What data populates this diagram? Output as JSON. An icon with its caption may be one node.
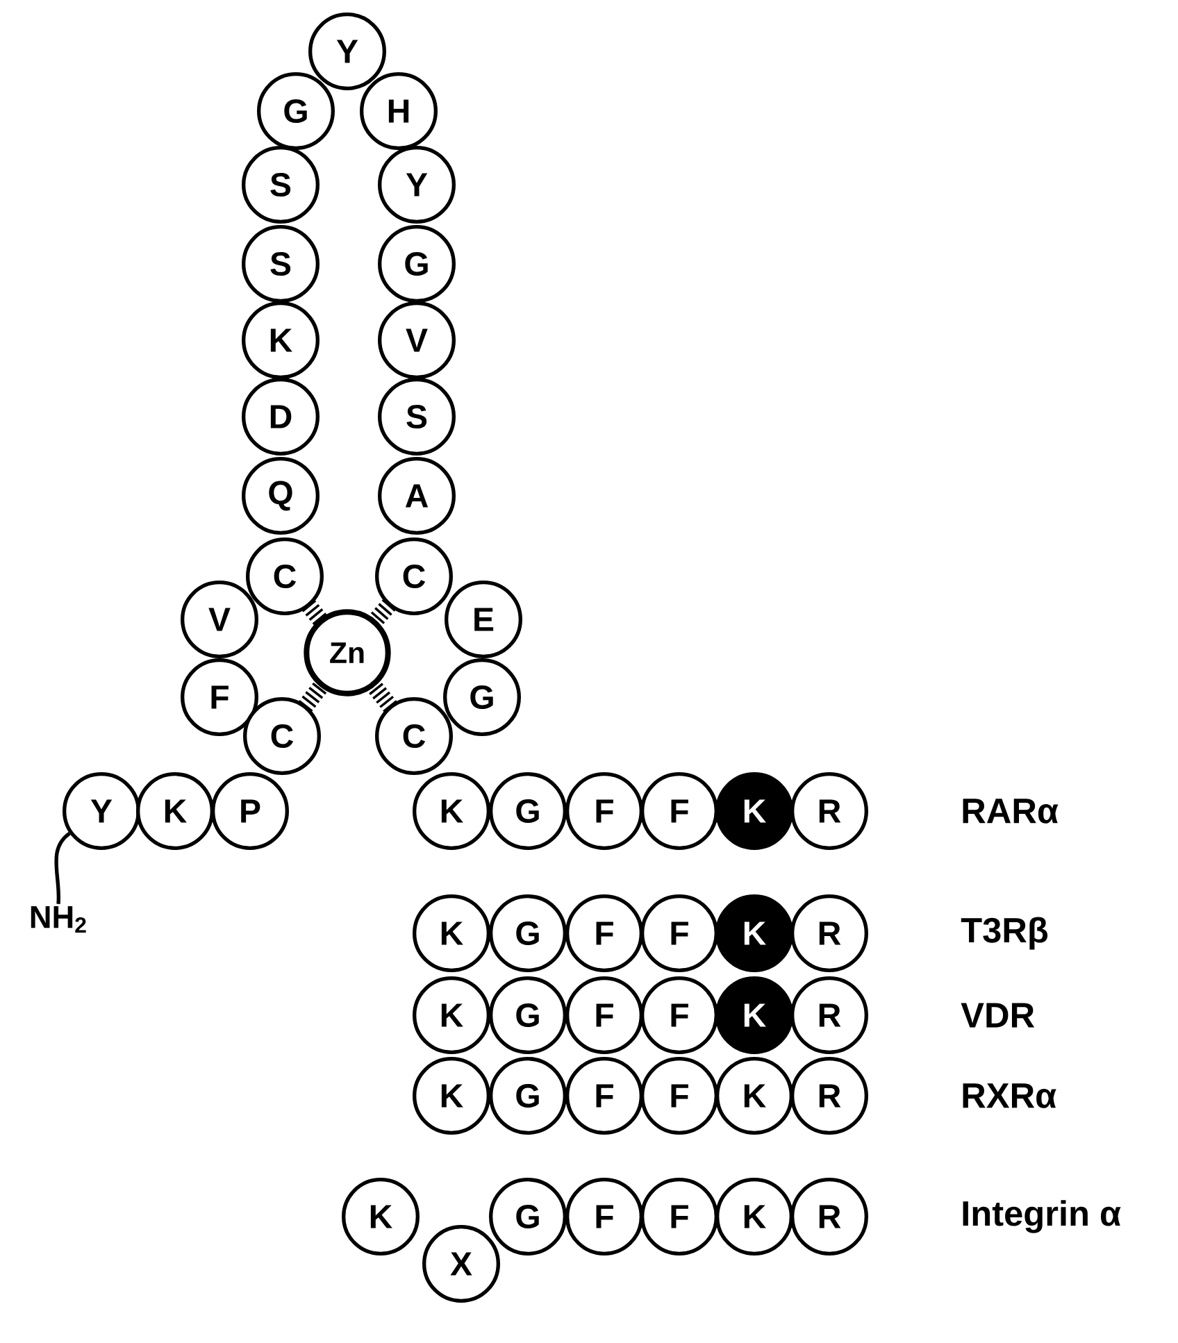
{
  "diagram": {
    "nodes": [
      {
        "text": [
          "Y"
        ]
      },
      {
        "text": [
          "G"
        ]
      },
      {
        "text": [
          "H"
        ]
      },
      {
        "text": [
          "S"
        ]
      },
      {
        "text": [
          "Y"
        ]
      },
      {
        "text": [
          "S"
        ]
      },
      {
        "text": [
          "G"
        ]
      },
      {
        "text": [
          "K"
        ]
      },
      {
        "text": [
          "V"
        ]
      },
      {
        "text": [
          "D"
        ]
      },
      {
        "text": [
          "S"
        ]
      },
      {
        "text": [
          "Q"
        ]
      },
      {
        "text": [
          "A"
        ]
      },
      {
        "text": [
          "C"
        ]
      },
      {
        "text": [
          "C"
        ]
      },
      {
        "text": [
          "V"
        ]
      },
      {
        "text": [
          "E"
        ]
      },
      {
        "text": [
          "Zn"
        ]
      },
      {
        "text": [
          "F"
        ]
      },
      {
        "text": [
          "G"
        ]
      },
      {
        "text": [
          "C"
        ]
      },
      {
        "text": [
          "C"
        ]
      },
      {
        "text": [
          "Y"
        ]
      },
      {
        "text": [
          "K"
        ]
      },
      {
        "text": [
          "P"
        ]
      },
      {
        "text": [
          "K"
        ]
      },
      {
        "text": [
          "G"
        ]
      },
      {
        "text": [
          "F"
        ]
      },
      {
        "text": [
          "F"
        ]
      },
      {
        "text": [
          "K"
        ]
      },
      {
        "text": [
          "R"
        ]
      },
      {
        "text": [
          "K"
        ]
      },
      {
        "text": [
          "G"
        ]
      },
      {
        "text": [
          "F"
        ]
      },
      {
        "text": [
          "F"
        ]
      },
      {
        "text": [
          "K"
        ]
      },
      {
        "text": [
          "R"
        ]
      },
      {
        "text": [
          "K"
        ]
      },
      {
        "text": [
          "G"
        ]
      },
      {
        "text": [
          "F"
        ]
      },
      {
        "text": [
          "F"
        ]
      },
      {
        "text": [
          "K"
        ]
      },
      {
        "text": [
          "R"
        ]
      },
      {
        "text": [
          "K"
        ]
      },
      {
        "text": [
          "G"
        ]
      },
      {
        "text": [
          "F"
        ]
      },
      {
        "text": [
          "F"
        ]
      },
      {
        "text": [
          "K"
        ]
      },
      {
        "text": [
          "R"
        ]
      },
      {
        "text": [
          "K"
        ]
      },
      {
        "text": [
          "X"
        ]
      },
      {
        "text": [
          "G"
        ]
      },
      {
        "text": [
          "F"
        ]
      },
      {
        "text": [
          "F"
        ]
      },
      {
        "text": [
          "K"
        ]
      },
      {
        "text": [
          "R"
        ]
      },
      {
        "text": [
          "NH$_{2}$"
        ]
      }
    ],
    "edges": [
      {
        "from": 13,
        "to": 17,
        "arrow": "none",
        "style": "dashed"
      },
      {
        "from": 14,
        "to": 17,
        "arrow": "none",
        "style": "dashed"
      },
      {
        "from": 20,
        "to": 17,
        "arrow": "none",
        "style": "dashed"
      },
      {
        "from": 21,
        "to": 17,
        "arrow": "none",
        "style": "dashed"
      },
      {
        "from": 56,
        "to": 22,
        "arrow": "none"
      }
    ],
    "labels": [
      "RARα",
      "T3Rβ",
      "VDR",
      "RXRα",
      "Integrin α"
    ]
  }
}
